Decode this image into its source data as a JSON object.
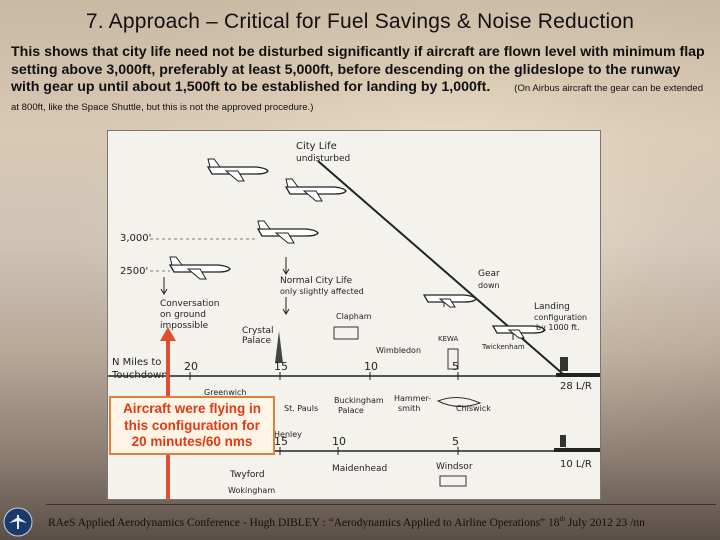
{
  "slide": {
    "title": "7. Approach – Critical for Fuel Savings & Noise Reduction",
    "intro": "This shows that city life need not be disturbed significantly if aircraft are flown level with minimum flap setting above 3,000ft, preferably at least 5,000ft, before descending on the glideslope to the runway with gear up until about 1,500ft to be established for landing by 1,000ft.",
    "note": "(On Airbus aircraft the gear can be extended at 800ft, like the Space Shuttle, but this is not the approved procedure.)"
  },
  "figure": {
    "city_life_1": "City Life",
    "city_life_2": "undisturbed",
    "alt_3000": "3,000'",
    "alt_2500": "2500'",
    "normal_1": "Normal City Life",
    "normal_2": "only slightly affected",
    "gear_1": "Gear",
    "gear_2": "down",
    "landing_1": "Landing",
    "landing_2": "configuration",
    "landing_3": "by 1000 ft.",
    "conv_1": "Conversation",
    "conv_2": "on ground",
    "conv_3": "impossible",
    "crystal_1": "Crystal",
    "crystal_2": "Palace",
    "clapham": "Clapham",
    "wimbledon": "Wimbledon",
    "kewa": "KEWA",
    "twickenham": "Twickenham",
    "nmiles_1": "N Miles to",
    "nmiles_2": "Touchdown.",
    "top_ticks": [
      "20",
      "15",
      "10",
      "5"
    ],
    "runway_top": "28 L/R",
    "greenwich": "Greenwich",
    "st_pauls": "St. Pauls",
    "buck_1": "Buckingham",
    "buck_2": "Palace",
    "hammer_1": "Hammer-",
    "hammer_2": "smith",
    "chiswick": "Chiswick",
    "henley": "Henley",
    "bottom_ticks": [
      "15",
      "10",
      "5"
    ],
    "runway_bottom": "10 L/R",
    "twyford": "Twyford",
    "maidenhead": "Maidenhead",
    "windsor": "Windsor",
    "wokingham": "Wokingham"
  },
  "callout": {
    "line1": "Aircraft were flying in",
    "line2": "this configuration for",
    "line3": "20 minutes/60 nms"
  },
  "footer": {
    "text": "RAeS Applied Aerodynamics Conference - Hugh DIBLEY : “Aerodynamics Applied to Airline Operations”",
    "day": "18",
    "day_suffix": "th",
    "date_rest": "July 2012",
    "page": "23 /nn"
  },
  "colors": {
    "callout_text": "#e03a14",
    "callout_border": "#e08040",
    "arrow": "#e05030"
  }
}
